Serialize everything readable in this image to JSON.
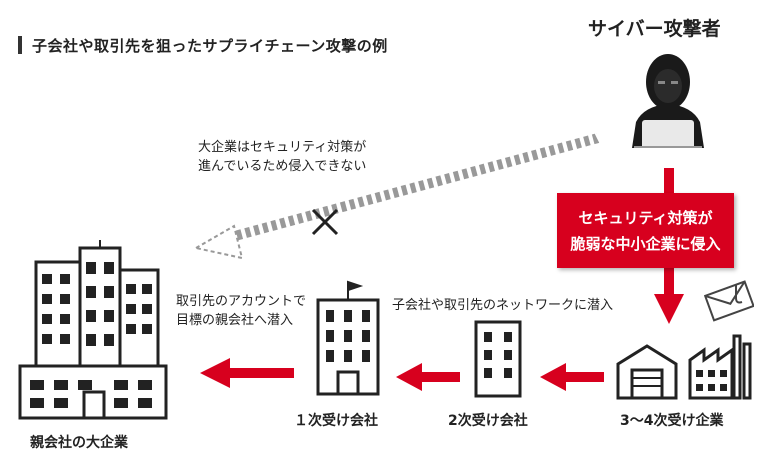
{
  "title": "子会社や取引先を狙ったサプライチェーン攻撃の例",
  "attacker": {
    "label": "サイバー攻撃者"
  },
  "blocked_note": {
    "line1": "大企業はセキュリティ対策が",
    "line2": "進んでいるため侵入できない"
  },
  "red_box": {
    "line1": "セキュリティ対策が",
    "line2": "脆弱な中小企業に侵入"
  },
  "note_via_account": {
    "line1": "取引先のアカウントで",
    "line2": "目標の親会社へ潜入"
  },
  "note_network": "子会社や取引先のネットワークに潜入",
  "nodes": {
    "parent": "親会社の大企業",
    "tier1": "１次受け会社",
    "tier2": "2次受け会社",
    "tier34": "3〜4次受け企業"
  },
  "colors": {
    "accent_red": "#d7001e",
    "dark": "#333333"
  }
}
